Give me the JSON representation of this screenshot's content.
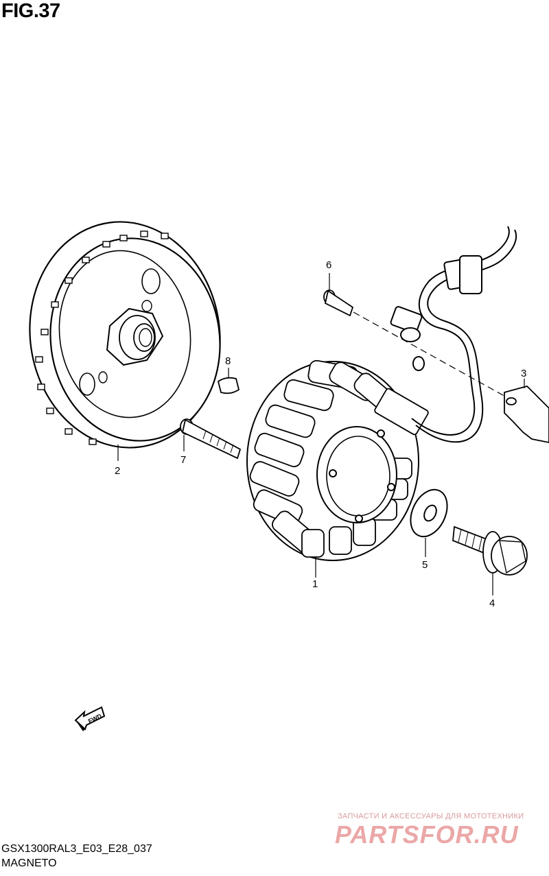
{
  "figure": {
    "title": "FIG.37"
  },
  "callouts": [
    {
      "num": "1",
      "part": "stator"
    },
    {
      "num": "2",
      "part": "rotor"
    },
    {
      "num": "3",
      "part": "clamp"
    },
    {
      "num": "4",
      "part": "bolt"
    },
    {
      "num": "5",
      "part": "washer"
    },
    {
      "num": "6",
      "part": "screw"
    },
    {
      "num": "7",
      "part": "bolt"
    },
    {
      "num": "8",
      "part": "key"
    }
  ],
  "fwd_arrow": {
    "label": "FWD"
  },
  "footer": {
    "model_code": "GSX1300RAL3_E03_E28_037",
    "group_name": "MAGNETO"
  },
  "watermark": {
    "tagline": "ЗАПЧАСТИ И АКСЕССУАРЫ ДЛЯ МОТОТЕХНИКИ",
    "logo": "PARTSFOR.RU",
    "color": "#eba7a7"
  },
  "colors": {
    "line": "#000000",
    "background": "#ffffff"
  }
}
